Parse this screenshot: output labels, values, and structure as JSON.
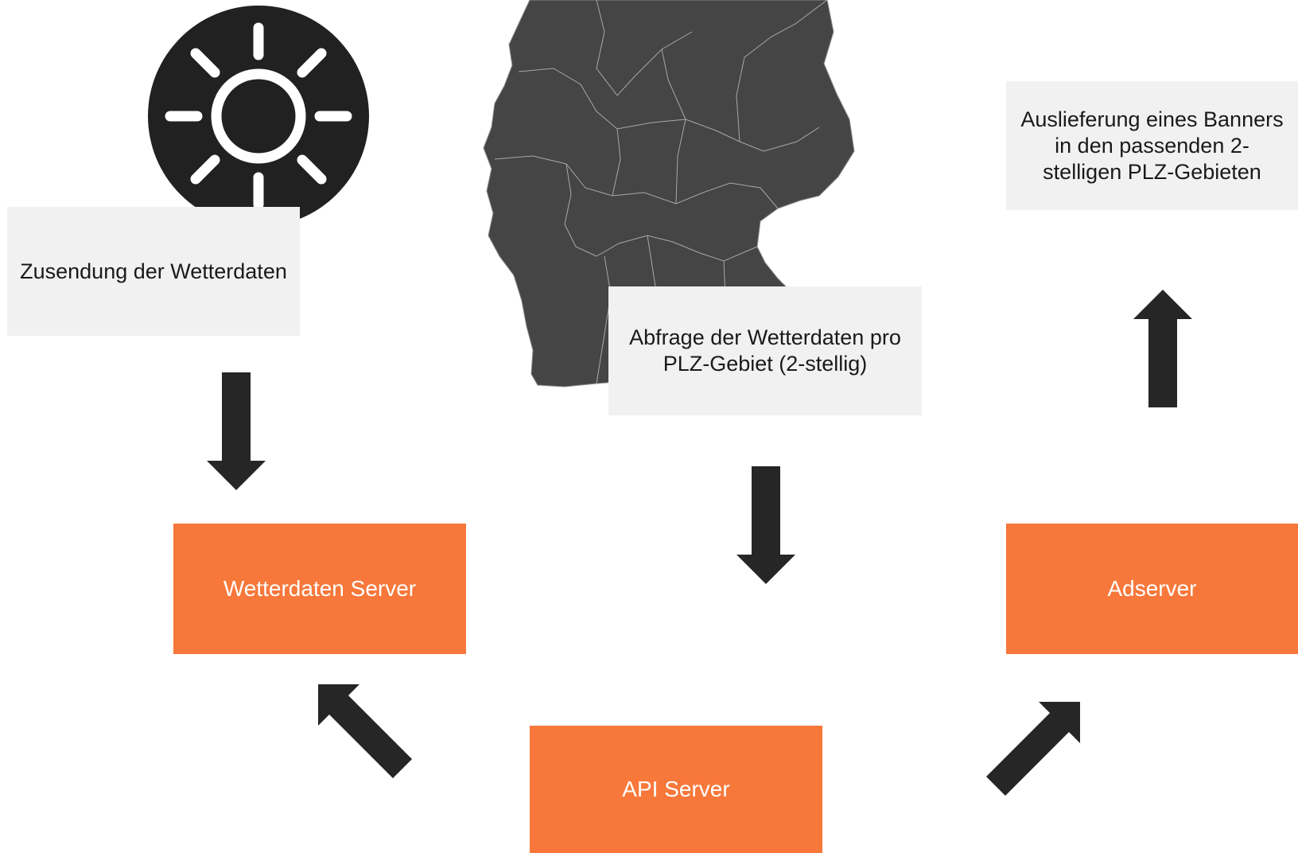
{
  "icons": {
    "weather": "sun-icon",
    "map": "germany-map-icon",
    "arrow": "arrow-icon"
  },
  "colors": {
    "server_fill": "#f7783a",
    "server_text": "#ffffff",
    "note_fill": "#f1f1f1",
    "arrow": "#262626",
    "sun_badge": "#212121",
    "map_fill": "#454545"
  },
  "notes": {
    "send_weather": "Zusendung der Wetterdaten",
    "query_weather": "Abfrage der Wetterdaten pro PLZ-Gebiet (2-stellig)",
    "deliver_banner": "Auslieferung eines Banners in den passenden 2-stelligen PLZ-Gebieten"
  },
  "servers": {
    "weather": "Wetterdaten Server",
    "api": "API Server",
    "ad": "Adserver"
  }
}
